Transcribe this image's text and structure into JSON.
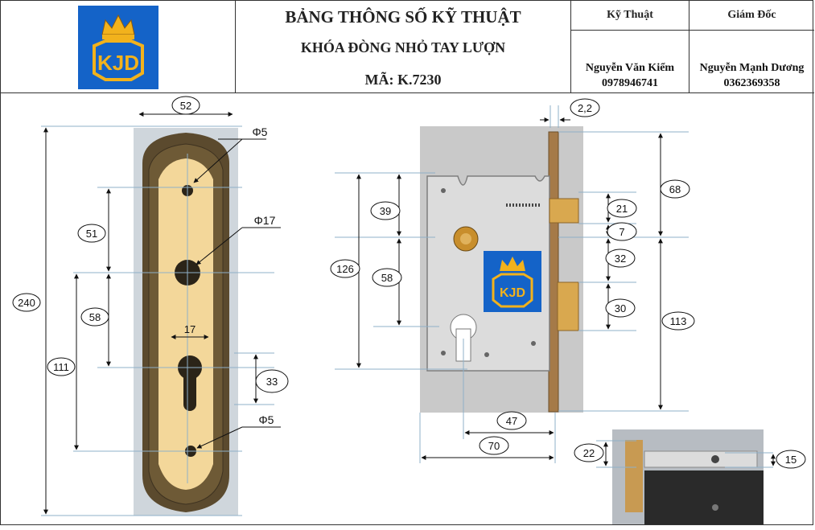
{
  "header": {
    "title": "BẢNG THÔNG SỐ KỸ THUẬT",
    "product": "KHÓA ĐÒNG NHỎ TAY LƯỢN",
    "code": "MÃ: K.7230",
    "logo_text": "KJD",
    "signatures": [
      {
        "role": "Kỹ Thuật",
        "name": "Nguyễn Văn Kiểm",
        "phone": "0978946741"
      },
      {
        "role": "Giám Đốc",
        "name": "Nguyễn Mạnh Dương",
        "phone": "0362369358"
      }
    ]
  },
  "colors": {
    "logo_bg": "#1463c8",
    "logo_gold": "#f2b21c",
    "plate_gold": "#f3d79a",
    "plate_bronze": "#5b4a2e",
    "lock_body": "#c4c4c4",
    "faceplate": "#b0875a",
    "bolt": "#d9a84f"
  },
  "plate_dims": {
    "width": "52",
    "hole_top": "Φ5",
    "hole_mid": "Φ17",
    "cyl_width": "17",
    "hole_bottom": "Φ5",
    "d51": "51",
    "d58": "58",
    "d240": "240",
    "d111": "111",
    "d33": "33"
  },
  "lock_dims": {
    "d2_2": "2,2",
    "d39": "39",
    "d126": "126",
    "d58": "58",
    "d68": "68",
    "d21": "21",
    "d7": "7",
    "d32": "32",
    "d30": "30",
    "d113": "113",
    "d47": "47",
    "d70": "70",
    "d22": "22",
    "d15": "15"
  }
}
